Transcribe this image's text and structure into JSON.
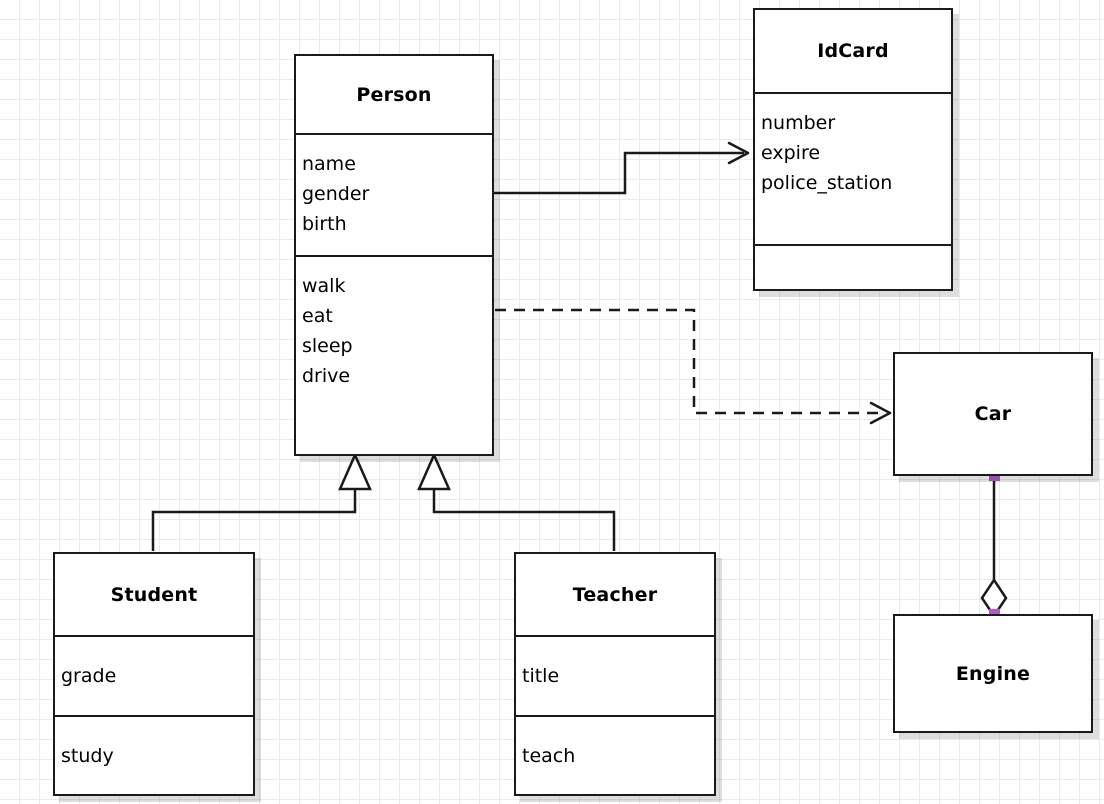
{
  "diagram": {
    "type": "uml-class-diagram",
    "background": "#ffffff",
    "grid_color": "#ebebeb",
    "line_color": "#1a1a1a",
    "handle_color": "#b05cc4"
  },
  "classes": {
    "person": {
      "name": "Person",
      "attributes": [
        "name",
        "gender",
        "birth"
      ],
      "methods": [
        "walk",
        "eat",
        "sleep",
        "drive"
      ]
    },
    "idcard": {
      "name": "IdCard",
      "attributes": [
        "number",
        "expire",
        "police_station"
      ],
      "methods": []
    },
    "student": {
      "name": "Student",
      "attributes": [
        "grade"
      ],
      "methods": [
        "study"
      ]
    },
    "teacher": {
      "name": "Teacher",
      "attributes": [
        "title"
      ],
      "methods": [
        "teach"
      ]
    },
    "car": {
      "name": "Car",
      "attributes": [],
      "methods": []
    },
    "engine": {
      "name": "Engine",
      "attributes": [],
      "methods": []
    }
  },
  "relationships": [
    {
      "id": "person-idcard",
      "kind": "association",
      "from": "Person",
      "to": "IdCard",
      "style": "solid",
      "arrow": "open-arrow"
    },
    {
      "id": "person-car",
      "kind": "dependency",
      "from": "Person",
      "to": "Car",
      "style": "dashed",
      "arrow": "open-arrow"
    },
    {
      "id": "student-person",
      "kind": "generalization",
      "from": "Student",
      "to": "Person",
      "style": "solid",
      "arrow": "hollow-triangle"
    },
    {
      "id": "teacher-person",
      "kind": "generalization",
      "from": "Teacher",
      "to": "Person",
      "style": "solid",
      "arrow": "hollow-triangle"
    },
    {
      "id": "car-engine",
      "kind": "aggregation",
      "from": "Car",
      "to": "Engine",
      "style": "solid",
      "arrow": "hollow-diamond",
      "selected": true
    }
  ]
}
